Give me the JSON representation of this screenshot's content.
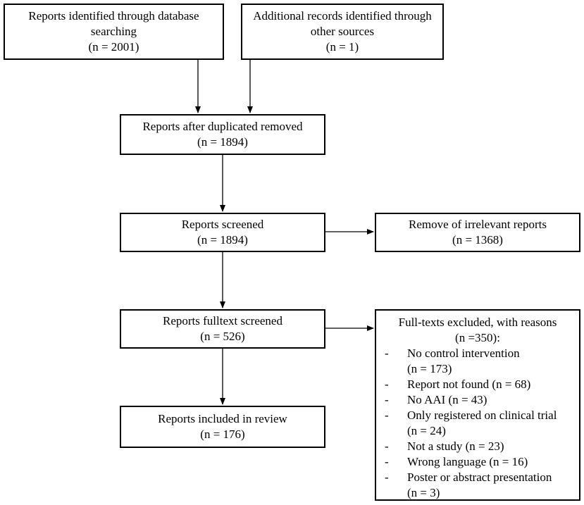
{
  "boxes": {
    "database": {
      "line1": "Reports identified through database",
      "line2": "searching",
      "line3": "(n = 2001)"
    },
    "other": {
      "line1": "Additional records identified through",
      "line2": "other sources",
      "line3": "(n = 1)"
    },
    "dedup": {
      "line1": "Reports after duplicated removed",
      "line2": "(n = 1894)"
    },
    "screened": {
      "line1": "Reports screened",
      "line2": "(n = 1894)"
    },
    "removed": {
      "line1": "Remove of irrelevant reports",
      "line2": "(n = 1368)"
    },
    "fulltext": {
      "line1": "Reports fulltext screened",
      "line2": "(n = 526)"
    },
    "included": {
      "line1": "Reports included in review",
      "line2": "(n = 176)"
    },
    "excluded": {
      "line1": "Full-texts excluded, with reasons",
      "line2": "(n =350):",
      "reasons": [
        {
          "text": "No control intervention",
          "count": "(n = 173)"
        },
        {
          "text": "Report not found (n = 68)",
          "count": ""
        },
        {
          "text": "No AAI (n = 43)",
          "count": ""
        },
        {
          "text": "Only registered on clinical trial",
          "count": "(n = 24)"
        },
        {
          "text": "Not a study (n = 23)",
          "count": ""
        },
        {
          "text": "Wrong language (n = 16)",
          "count": ""
        },
        {
          "text": "Poster or abstract presentation",
          "count": "(n = 3)"
        }
      ],
      "bullet": "-"
    }
  }
}
